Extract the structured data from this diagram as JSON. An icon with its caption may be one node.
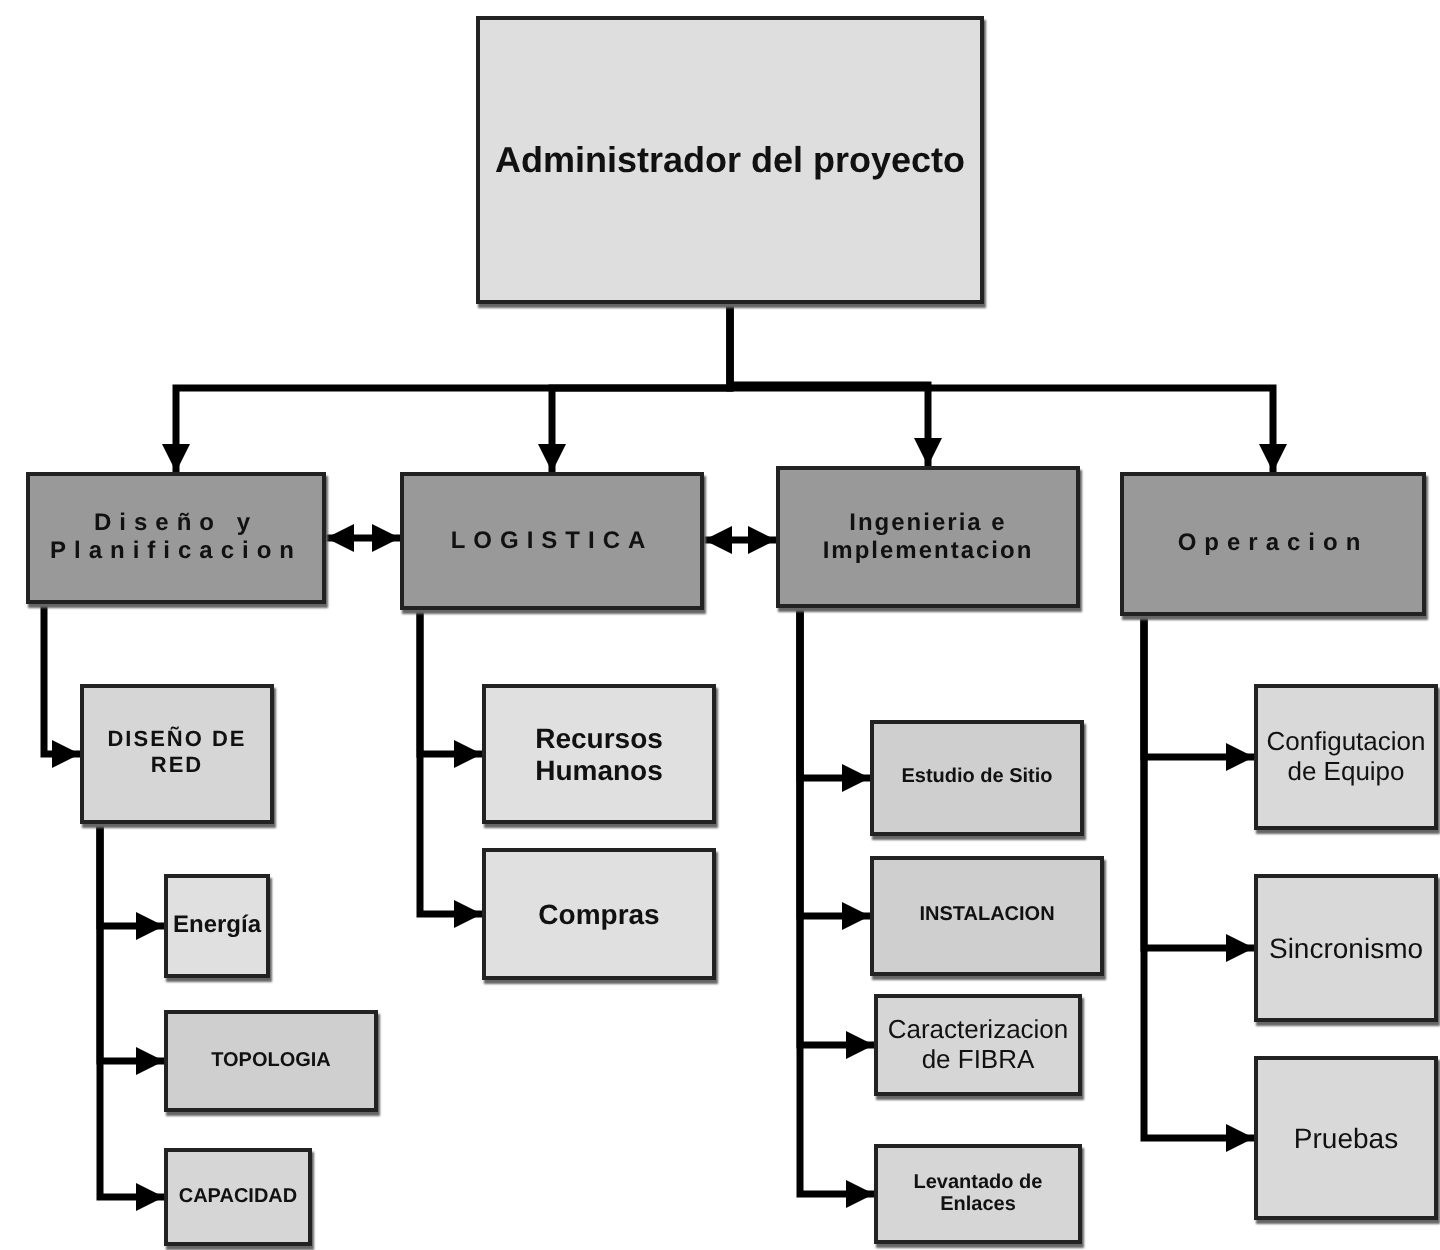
{
  "diagram": {
    "nodes": [
      {
        "text": [
          "Administrador del proyecto"
        ]
      },
      {
        "text": [
          "Diseño y Planificacion"
        ]
      },
      {
        "text": [
          "LOGISTICA"
        ]
      },
      {
        "text": [
          "Ingenieria e Implementacion"
        ]
      },
      {
        "text": [
          "Operacion"
        ]
      },
      {
        "text": [
          "DISEÑO DE RED"
        ]
      },
      {
        "text": [
          "Energía"
        ]
      },
      {
        "text": [
          "TOPOLOGIA"
        ]
      },
      {
        "text": [
          "CAPACIDAD"
        ]
      },
      {
        "text": [
          "Recursos Humanos"
        ]
      },
      {
        "text": [
          "Compras"
        ]
      },
      {
        "text": [
          "Estudio de Sitio"
        ]
      },
      {
        "text": [
          "INSTALACION"
        ]
      },
      {
        "text": [
          "Caracterizacion de FIBRA"
        ]
      },
      {
        "text": [
          "Levantado de Enlaces"
        ]
      },
      {
        "text": [
          "Configutacion de Equipo"
        ]
      },
      {
        "text": [
          "Sincronismo"
        ]
      },
      {
        "text": [
          "Pruebas"
        ]
      }
    ],
    "edges": [
      {
        "from": 0,
        "to": 1,
        "arrow": "to"
      },
      {
        "from": 0,
        "to": 2,
        "arrow": "to"
      },
      {
        "from": 0,
        "to": 3,
        "arrow": "to"
      },
      {
        "from": 0,
        "to": 4,
        "arrow": "to"
      },
      {
        "from": 1,
        "to": 2,
        "arrow": "both"
      },
      {
        "from": 2,
        "to": 3,
        "arrow": "both"
      },
      {
        "from": 1,
        "to": 5,
        "arrow": "to"
      },
      {
        "from": 5,
        "to": 6,
        "arrow": "to"
      },
      {
        "from": 5,
        "to": 7,
        "arrow": "to"
      },
      {
        "from": 5,
        "to": 8,
        "arrow": "to"
      },
      {
        "from": 2,
        "to": 9,
        "arrow": "to"
      },
      {
        "from": 2,
        "to": 10,
        "arrow": "to"
      },
      {
        "from": 3,
        "to": 11,
        "arrow": "to"
      },
      {
        "from": 3,
        "to": 12,
        "arrow": "to"
      },
      {
        "from": 3,
        "to": 13,
        "arrow": "to"
      },
      {
        "from": 3,
        "to": 14,
        "arrow": "to"
      },
      {
        "from": 4,
        "to": 15,
        "arrow": "to"
      },
      {
        "from": 4,
        "to": 16,
        "arrow": "to"
      },
      {
        "from": 4,
        "to": 17,
        "arrow": "to"
      }
    ]
  }
}
